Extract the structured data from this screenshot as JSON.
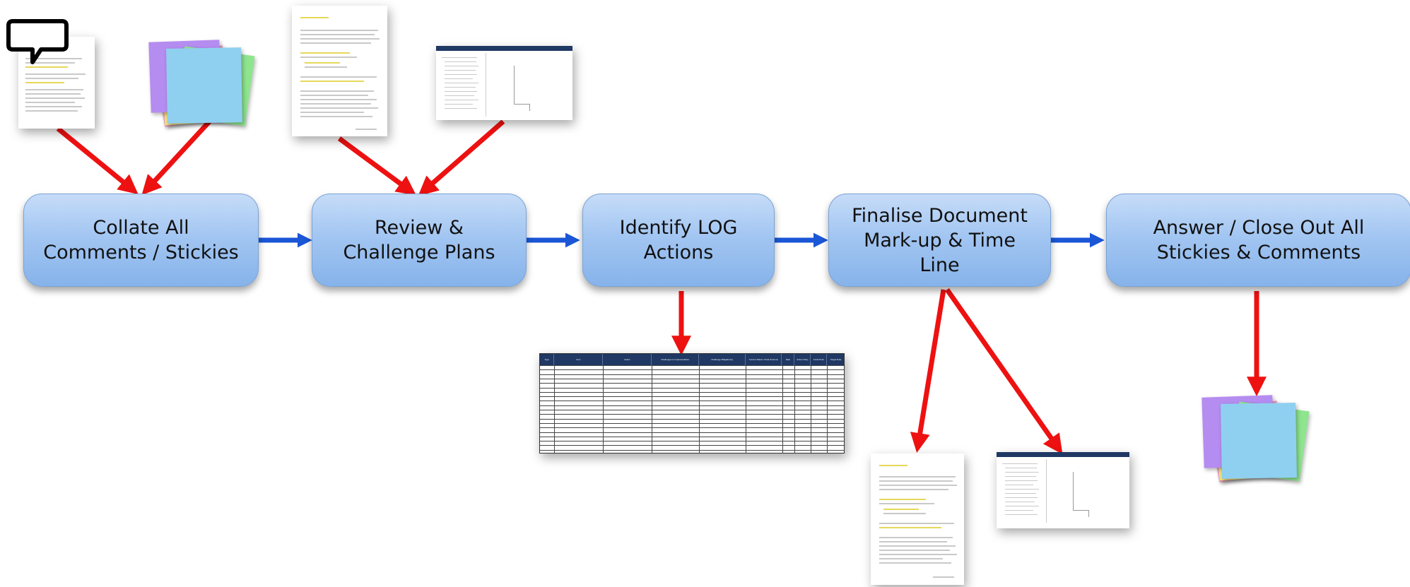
{
  "steps": [
    {
      "id": "collate",
      "label": "Collate All\nComments / Stickies"
    },
    {
      "id": "review",
      "label": "Review &\nChallenge Plans"
    },
    {
      "id": "identify",
      "label": "Identify LOG\nActions"
    },
    {
      "id": "finalise",
      "label": "Finalise Document\nMark-up & Time\nLine"
    },
    {
      "id": "answer",
      "label": "Answer / Close Out All\nStickies & Comments"
    }
  ],
  "log_table": {
    "headers": [
      "Type",
      "Item",
      "Action",
      "Challenges to Implementation",
      "Challenge Mitigation(s)",
      "Current Status / Final Outcome",
      "Date",
      "Action Party",
      "Focal Point",
      "Target Date"
    ]
  },
  "colors": {
    "box_top": "#c6dcf8",
    "box_bottom": "#86b3ea",
    "flow_arrow": "#1a56d6",
    "input_arrow": "#ee1111",
    "table_header": "#1f3864",
    "sticky_purple": "#b58cf0",
    "sticky_green": "#8ee58e",
    "sticky_yellow": "#f5e37a",
    "sticky_pink": "#f2a0c6",
    "sticky_blue": "#8fd0f0"
  },
  "icons": [
    "comment-bubble-icon",
    "document-thumbnail",
    "gantt-thumbnail",
    "sticky-notes-stack",
    "log-table-thumbnail"
  ]
}
